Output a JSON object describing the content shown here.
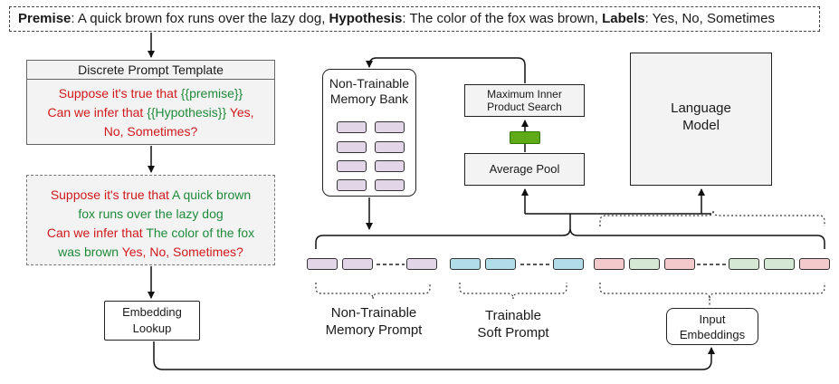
{
  "premise_line": {
    "premise_label": "Premise",
    "premise_text": ": A quick brown fox runs over the lazy dog, ",
    "hypothesis_label": "Hypothesis",
    "hypothesis_text": ": The color of the fox was brown, ",
    "labels_label": "Labels",
    "labels_text": ": Yes, No, Sometimes"
  },
  "template": {
    "title": "Discrete Prompt Template",
    "line1_red": "Suppose it's true that ",
    "line1_green": "{{premise}}",
    "line2_red": "Can we infer that ",
    "line2_green": "{{Hypothesis}}",
    "line2_tail": " Yes,",
    "line3": "No, Sometimes?"
  },
  "filled": {
    "line1_red": "Suppose it's true that ",
    "line1_green": "A quick brown",
    "line2_green": "fox runs over the lazy dog",
    "line3_red": "Can we infer that ",
    "line3_green": "The color of the fox",
    "line4_green": "was brown ",
    "line4_red": "Yes, No, Sometimes?"
  },
  "embedding_lookup": {
    "line1": "Embedding",
    "line2": "Lookup"
  },
  "memory_bank": {
    "line1": "Non-Trainable",
    "line2": "Memory Bank"
  },
  "mips": {
    "line1": "Maximum Inner",
    "line2": "Product Search"
  },
  "average_pool": "Average Pool",
  "language_model": {
    "line1": "Language",
    "line2": "Model"
  },
  "captions": {
    "memory_prompt": {
      "line1": "Non-Trainable",
      "line2": "Memory Prompt"
    },
    "soft_prompt": {
      "line1": "Trainable",
      "line2": "Soft Prompt"
    }
  },
  "input_embeddings": {
    "line1": "Input",
    "line2": "Embeddings"
  },
  "colors": {
    "red_text": "#d0191c",
    "green_text": "#1f8a3a",
    "memory_token": "#e1d5e7",
    "soft_token": "#b1dde8",
    "input_token_pink": "#f4c9cc",
    "input_token_green": "#d5e8d4",
    "pooled_vector": "#60a917",
    "box_fill": "#f3f3f3"
  }
}
